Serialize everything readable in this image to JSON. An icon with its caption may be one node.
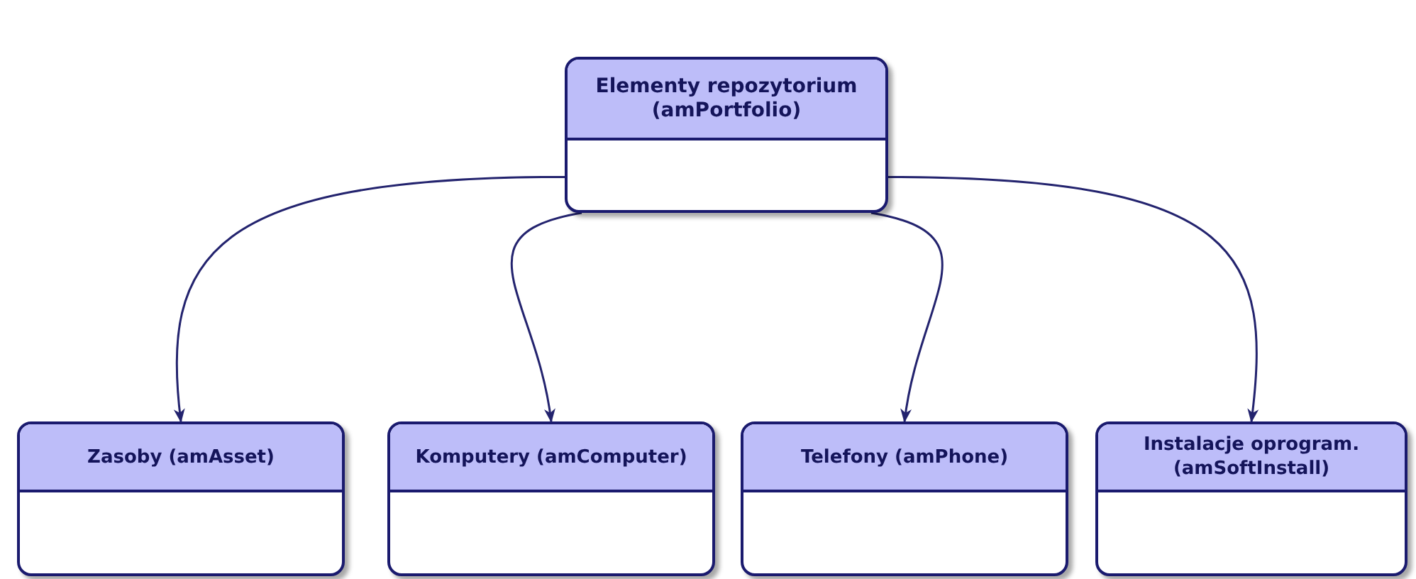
{
  "diagram": {
    "nodes": [
      {
        "text": [
          "Elementy repozytorium (amPortfolio)"
        ]
      },
      {
        "text": [
          "Zasoby (amAsset)"
        ]
      },
      {
        "text": [
          "Komputery (amComputer)"
        ]
      },
      {
        "text": [
          "Telefony (amPhone)"
        ]
      },
      {
        "text": [
          "Instalacje oprogram. (amSoftInstall)"
        ]
      }
    ],
    "edges": [
      {
        "from": 0,
        "to": 1,
        "arrow": "to"
      },
      {
        "from": 0,
        "to": 2,
        "arrow": "to"
      },
      {
        "from": 0,
        "to": 3,
        "arrow": "to"
      },
      {
        "from": 0,
        "to": 4,
        "arrow": "to"
      }
    ]
  }
}
